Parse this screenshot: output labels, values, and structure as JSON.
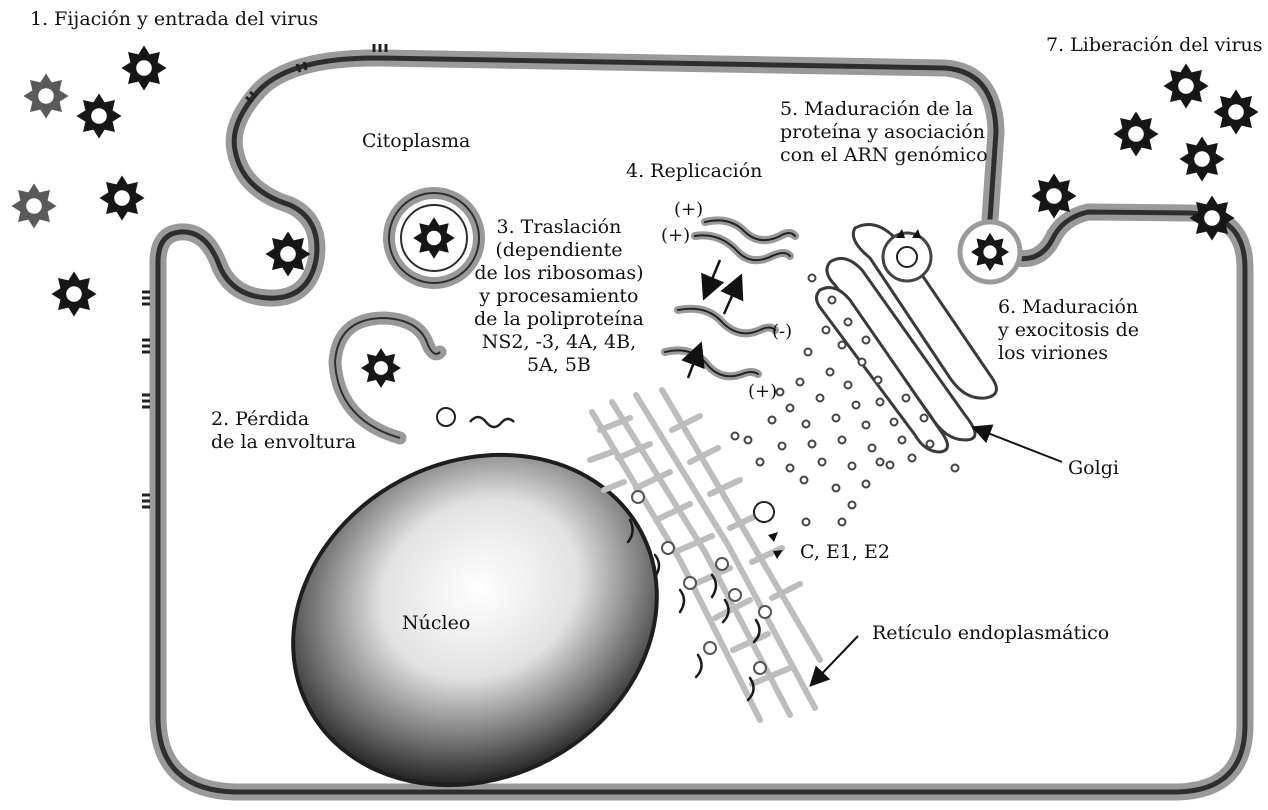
{
  "steps": {
    "step1": "1. Fijación y entrada del virus",
    "step2": [
      "2. Pérdida",
      "de la envoltura"
    ],
    "step3": [
      "3. Traslación",
      "(dependiente",
      "de los ribosomas)",
      "y procesamiento",
      "de la poliproteína",
      "NS2, -3, 4A, 4B,",
      "5A, 5B"
    ],
    "step4": "4. Replicación",
    "step5": [
      "5. Maduración de la",
      "proteína y asociación",
      "con el ARN genómico"
    ],
    "step6": [
      "6. Maduración",
      "y exocitosis de",
      "los viriones"
    ],
    "step7": "7. Liberación del virus"
  },
  "structures": {
    "cytoplasm": "Citoplasma",
    "nucleus": "Núcleo",
    "golgi": "Golgi",
    "er": "Retículo endoplasmático",
    "proteins": "C, E1, E2"
  },
  "strands": {
    "plus_a": "(+)",
    "plus_b": "(+)",
    "minus": "(-)",
    "plus_c": "(+)"
  },
  "colors": {
    "membrane": "#3a3a3a",
    "membrane_light": "#8a8a8a",
    "virus_dark": "#161616",
    "virus_grey": "#5a5a5a",
    "er": "#b9b9b9",
    "nucleus_dark": "#2a2a2a"
  }
}
